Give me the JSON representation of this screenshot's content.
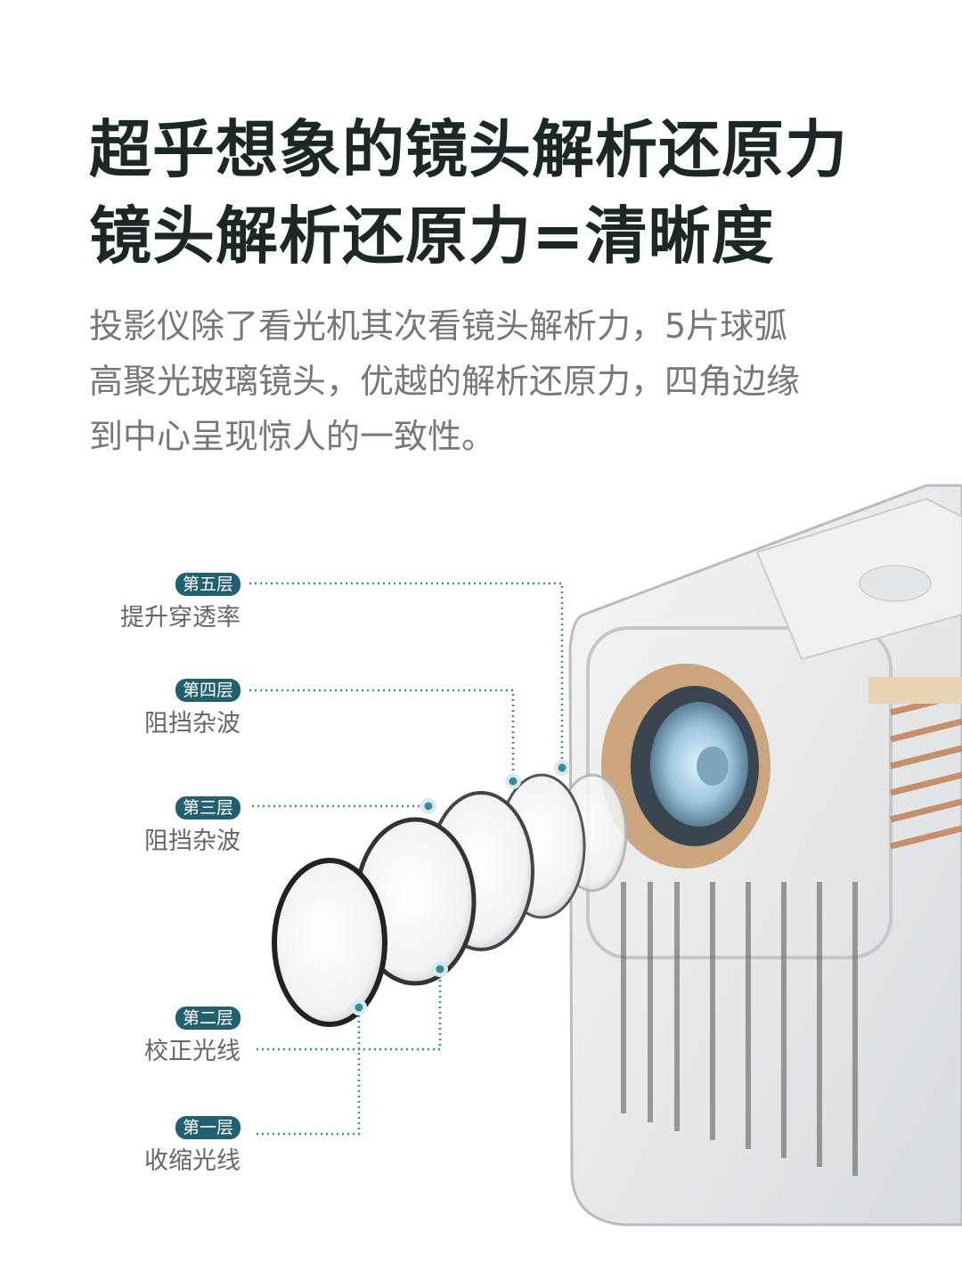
{
  "headline": {
    "line1": "超乎想象的镜头解析还原力",
    "line2": "镜头解析还原力=清晰度"
  },
  "description": {
    "line1": "投影仪除了看光机其次看镜头解析力，5片球弧",
    "line2": "高聚光玻璃镜头，优越的解析还原力，四角边缘",
    "line3": "到中心呈现惊人的一致性。"
  },
  "layers": [
    {
      "badge": "第五层",
      "text": "提升穿透率"
    },
    {
      "badge": "第四层",
      "text": "阻挡杂波"
    },
    {
      "badge": "第三层",
      "text": "阻挡杂波"
    },
    {
      "badge": "第二层",
      "text": "校正光线"
    },
    {
      "badge": "第一层",
      "text": "收缩光线"
    }
  ],
  "colors": {
    "badge": "#23606f",
    "connector": "#3a8a98",
    "title": "#1d2727",
    "body": "#777777"
  }
}
